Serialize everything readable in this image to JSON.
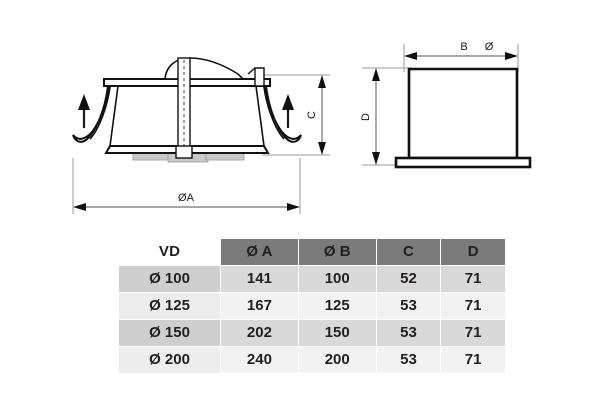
{
  "drawing": {
    "left_view": {
      "name": "ceiling-diffuser-cross-section",
      "dimension_width_label": "ØA",
      "dimension_height_label": "C",
      "airflow_arrow_count": 2
    },
    "right_view": {
      "name": "duct-spigot-side-view",
      "dimension_width_label_b": "B",
      "dimension_width_label_dia": "Ø",
      "dimension_height_label": "D"
    }
  },
  "table": {
    "corner_label": "VD",
    "headers": [
      "Ø A",
      "Ø B",
      "C",
      "D"
    ],
    "rows": [
      {
        "label": "Ø 100",
        "a": "141",
        "b": "100",
        "c": "52",
        "d": "71"
      },
      {
        "label": "Ø 125",
        "a": "167",
        "b": "125",
        "c": "53",
        "d": "71"
      },
      {
        "label": "Ø 150",
        "a": "202",
        "b": "150",
        "c": "53",
        "d": "71"
      },
      {
        "label": "Ø 200",
        "a": "240",
        "b": "200",
        "c": "53",
        "d": "71"
      }
    ]
  },
  "colors": {
    "header_bg": "#7b7b7b",
    "header_text": "#ffffff",
    "row_shade": "#d9d9d9",
    "row_plain": "#f2f2f2",
    "corner_text": "#8c8c8c",
    "line": "#000000",
    "dimension_line": "#808080",
    "fill_gray": "#c8c8c8"
  }
}
